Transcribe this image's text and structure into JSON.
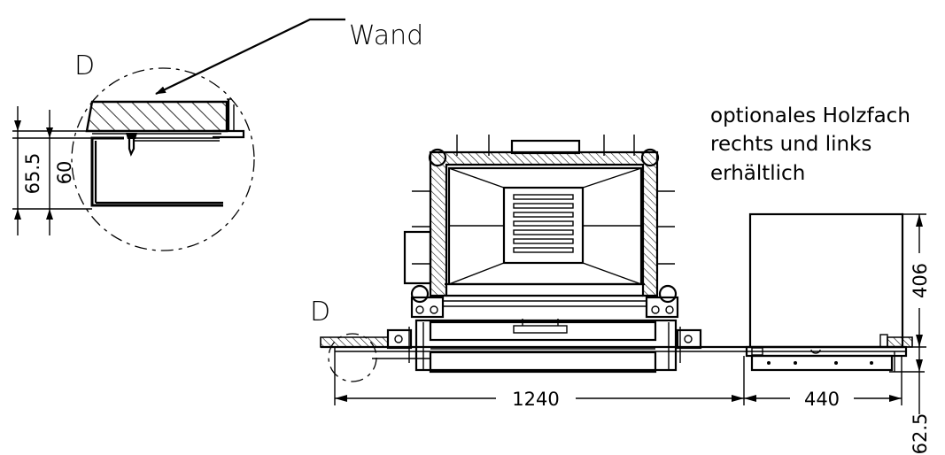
{
  "labels": {
    "wall": "Wand",
    "detail_marker_top": "D",
    "detail_marker_bottom": "D",
    "note": [
      "optionales Holzfach",
      "rechts und links",
      "erhältlich"
    ]
  },
  "dimensions": {
    "detail_height_outer": "65.5",
    "detail_height_inner": "60",
    "stove_width": "1240",
    "wood_box_width": "440",
    "wood_box_height": "406",
    "base_height": "62.5"
  }
}
